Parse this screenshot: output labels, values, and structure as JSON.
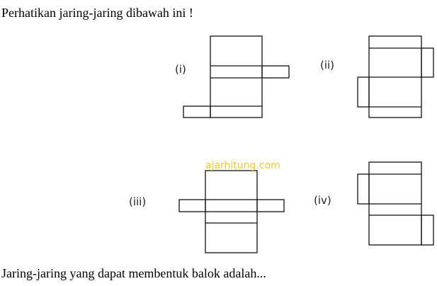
{
  "question": "Perhatikan jaring-jaring dibawah ini !",
  "labels": [
    "(i)",
    "(ii)",
    "(iii)",
    "(iv)"
  ],
  "watermark": "ajarhitung.com",
  "prompt": "Jaring-jaring yang dapat membentuk balok adalah..."
}
